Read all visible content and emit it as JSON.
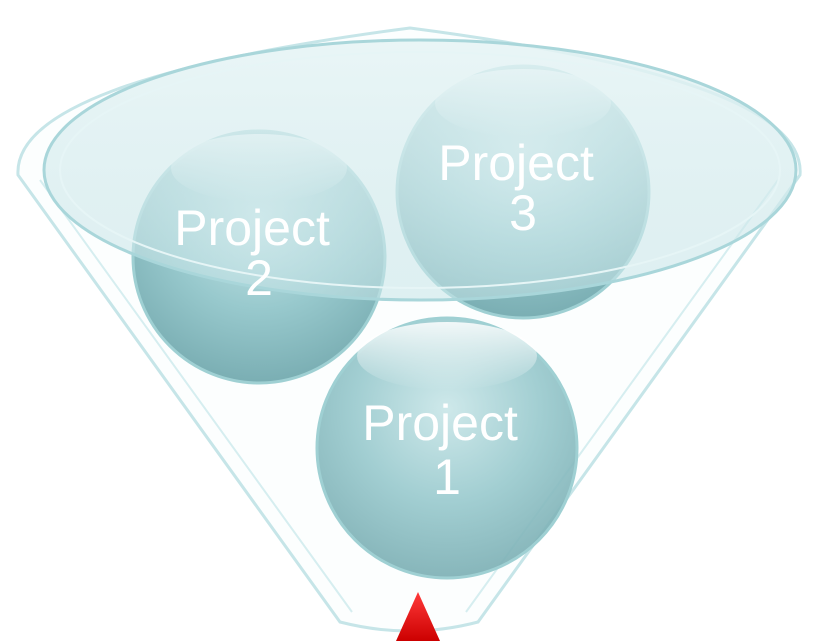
{
  "diagram": {
    "projects": [
      {
        "line1": "Project",
        "line2": "1"
      },
      {
        "line1": "Project",
        "line2": "2"
      },
      {
        "line1": "Project",
        "line2": "3"
      }
    ],
    "colors": {
      "bubble": "#8fc4c8",
      "bubble_dark": "#6fa6ab",
      "funnel_stroke": "#bfe2e6",
      "funnel_rim_fill": "#d9eef0",
      "arrow": "#e8111a",
      "text": "#ffffff"
    }
  }
}
